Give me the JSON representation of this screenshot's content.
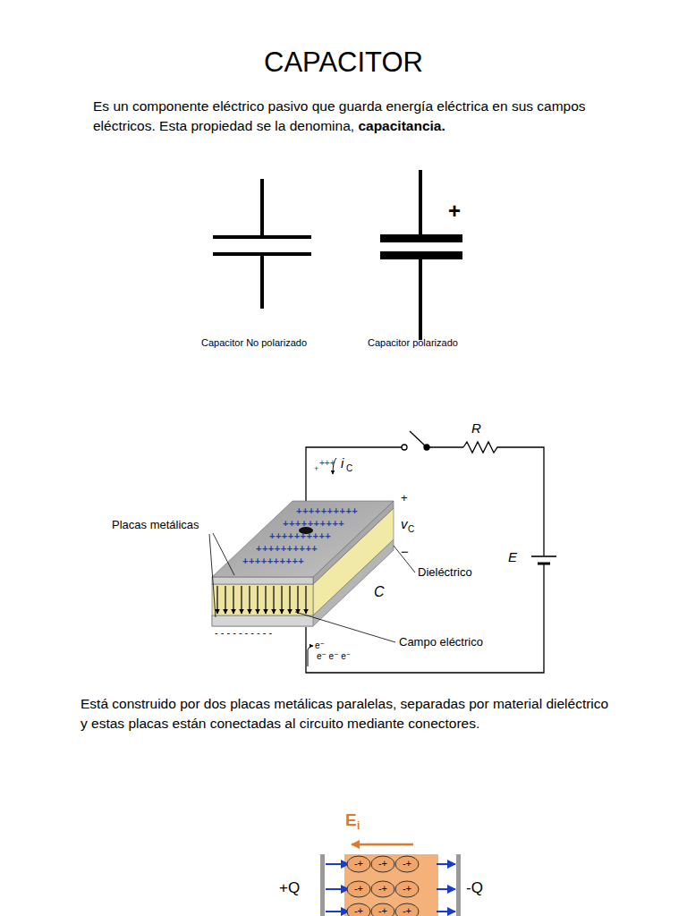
{
  "diagram": {
    "title": "CAPACITOR",
    "labels": [
      "Es un componente eléctrico pasivo que guarda energía eléctrica en sus campos eléctricos. Esta propiedad se la denomina,",
      "capacitancia.",
      "+",
      "Capacitor No polarizado",
      "Capacitor polarizado",
      "R",
      "+++",
      "+",
      "i",
      "C",
      "+",
      "v",
      "C",
      "−",
      "Placas metálicas",
      "++++++++++",
      "++++++++++",
      "++++++++++",
      "++++++++++",
      "++++++++++",
      "Dieléctrico",
      "C",
      "E",
      "- - - - - - - - - -",
      "Campo eléctrico",
      "e⁻",
      "e⁻ e⁻ e⁻",
      "Está construido por dos placas metálicas paralelas, separadas por material dieléctrico y estas placas están conectadas al circuito mediante conectores.",
      "E",
      "i",
      "+Q",
      "-Q",
      "-+",
      "-+",
      "-+",
      "-+",
      "-+",
      "-+",
      "-+",
      "-+",
      "-+"
    ]
  }
}
